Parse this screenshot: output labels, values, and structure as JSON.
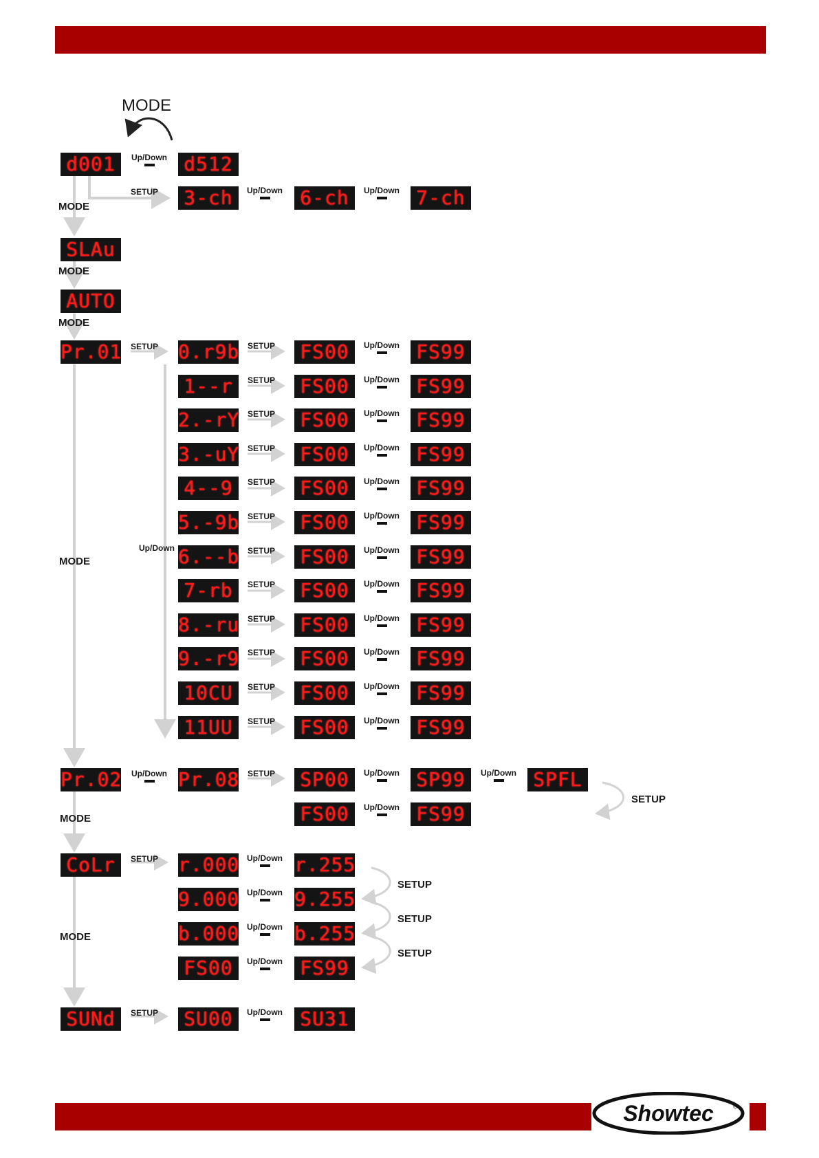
{
  "main_menu": [
    "d001",
    "SLAu",
    "AUTO",
    "Pr.01",
    "Pr.02",
    "CoLr",
    "SUNd"
  ],
  "dmx": {
    "alt_address": "d512",
    "channels": [
      "3-ch",
      "6-ch",
      "7-ch"
    ]
  },
  "pr01": {
    "programs": [
      "0.r9b",
      "1--r",
      "2.-rY",
      "3.-uY",
      "4--9",
      "5.-9b",
      "6.--b",
      "7-rb",
      "8.-ru",
      "9.-r9",
      "10CU",
      "11UU"
    ],
    "flash_min": "FS00",
    "flash_max": "FS99"
  },
  "pr02": {
    "sub": "Pr.08",
    "speed_min": "SP00",
    "speed_max": "SP99",
    "speed_fl": "SPFL",
    "flash_min": "FS00",
    "flash_max": "FS99"
  },
  "color": [
    {
      "min": "r.000",
      "max": "r.255"
    },
    {
      "min": "9.000",
      "max": "9.255"
    },
    {
      "min": "b.000",
      "max": "b.255"
    },
    {
      "min": "FS00",
      "max": "FS99"
    }
  ],
  "sound": {
    "min": "SU00",
    "max": "SU31"
  },
  "labels": {
    "mode": "MODE",
    "setup": "SETUP",
    "updown": "Up/Down"
  },
  "colors": {
    "header_bar": "#a80000",
    "display_bg": "#141414",
    "display_text": "#ff1a1a"
  },
  "logo": {
    "text": "Showtec",
    "registered": "®"
  }
}
